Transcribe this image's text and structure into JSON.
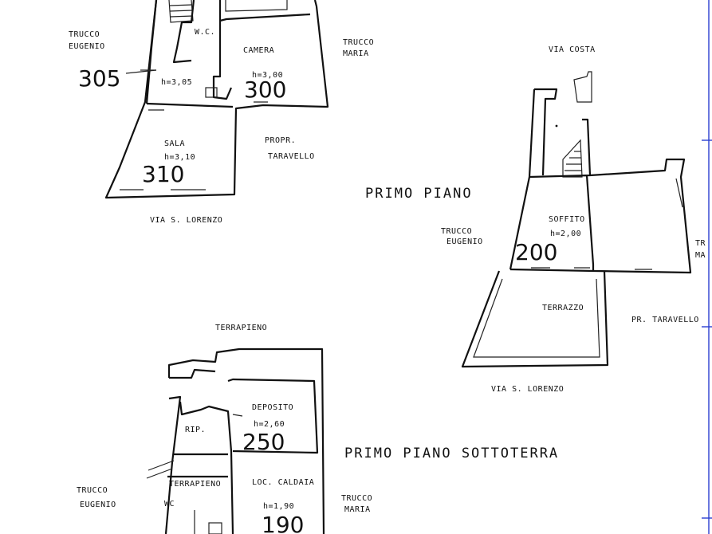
{
  "plan_a": {
    "rooms": {
      "wc": "W.C.",
      "wc_height": "h=3,05",
      "camera": "CAMERA",
      "camera_height": "h=3,00",
      "camera_number": "300",
      "sala": "SALA",
      "sala_height": "h=3,10",
      "sala_number": "310"
    },
    "labels": {
      "left_neighbor_line1": "TRUCCO",
      "left_neighbor_line2": "EUGENIO",
      "left_number": "305",
      "right_neighbor_line1": "TRUCCO",
      "right_neighbor_line2": "MARIA",
      "owner_line1": "PROPR.",
      "owner_line2": "TARAVELLO",
      "street": "VIA S. LORENZO"
    }
  },
  "plan_b": {
    "title": "PRIMO PIANO",
    "street_top": "VIA COSTA",
    "rooms": {
      "soffitto": "SOFFITO",
      "soffitto_height": "h=2,00",
      "soffitto_number": "200",
      "terrazzo": "TERRAZZO"
    },
    "labels": {
      "left_neighbor_line1": "TRUCCO",
      "left_neighbor_line2": "EUGENIO",
      "right_neighbor_line1": "TR",
      "right_neighbor_line2": "MA",
      "owner": "PR. TARAVELLO",
      "street_bottom": "VIA S. LORENZO"
    }
  },
  "plan_c": {
    "title": "PRIMO PIANO SOTTOTERRA",
    "top_label": "TERRAPIENO",
    "rooms": {
      "rip": "RIP.",
      "deposito": "DEPOSITO",
      "deposito_height": "h=2,60",
      "deposito_number": "250",
      "terrapieno": "TERRAPIENO",
      "wc": "WC",
      "caldaia": "LOC. CALDAIA",
      "caldaia_height": "h=1,90",
      "caldaia_number": "190"
    },
    "labels": {
      "left_neighbor_line1": "TRUCCO",
      "left_neighbor_line2": "EUGENIO",
      "right_neighbor_line1": "TRUCCO",
      "right_neighbor_line2": "MARIA"
    }
  }
}
